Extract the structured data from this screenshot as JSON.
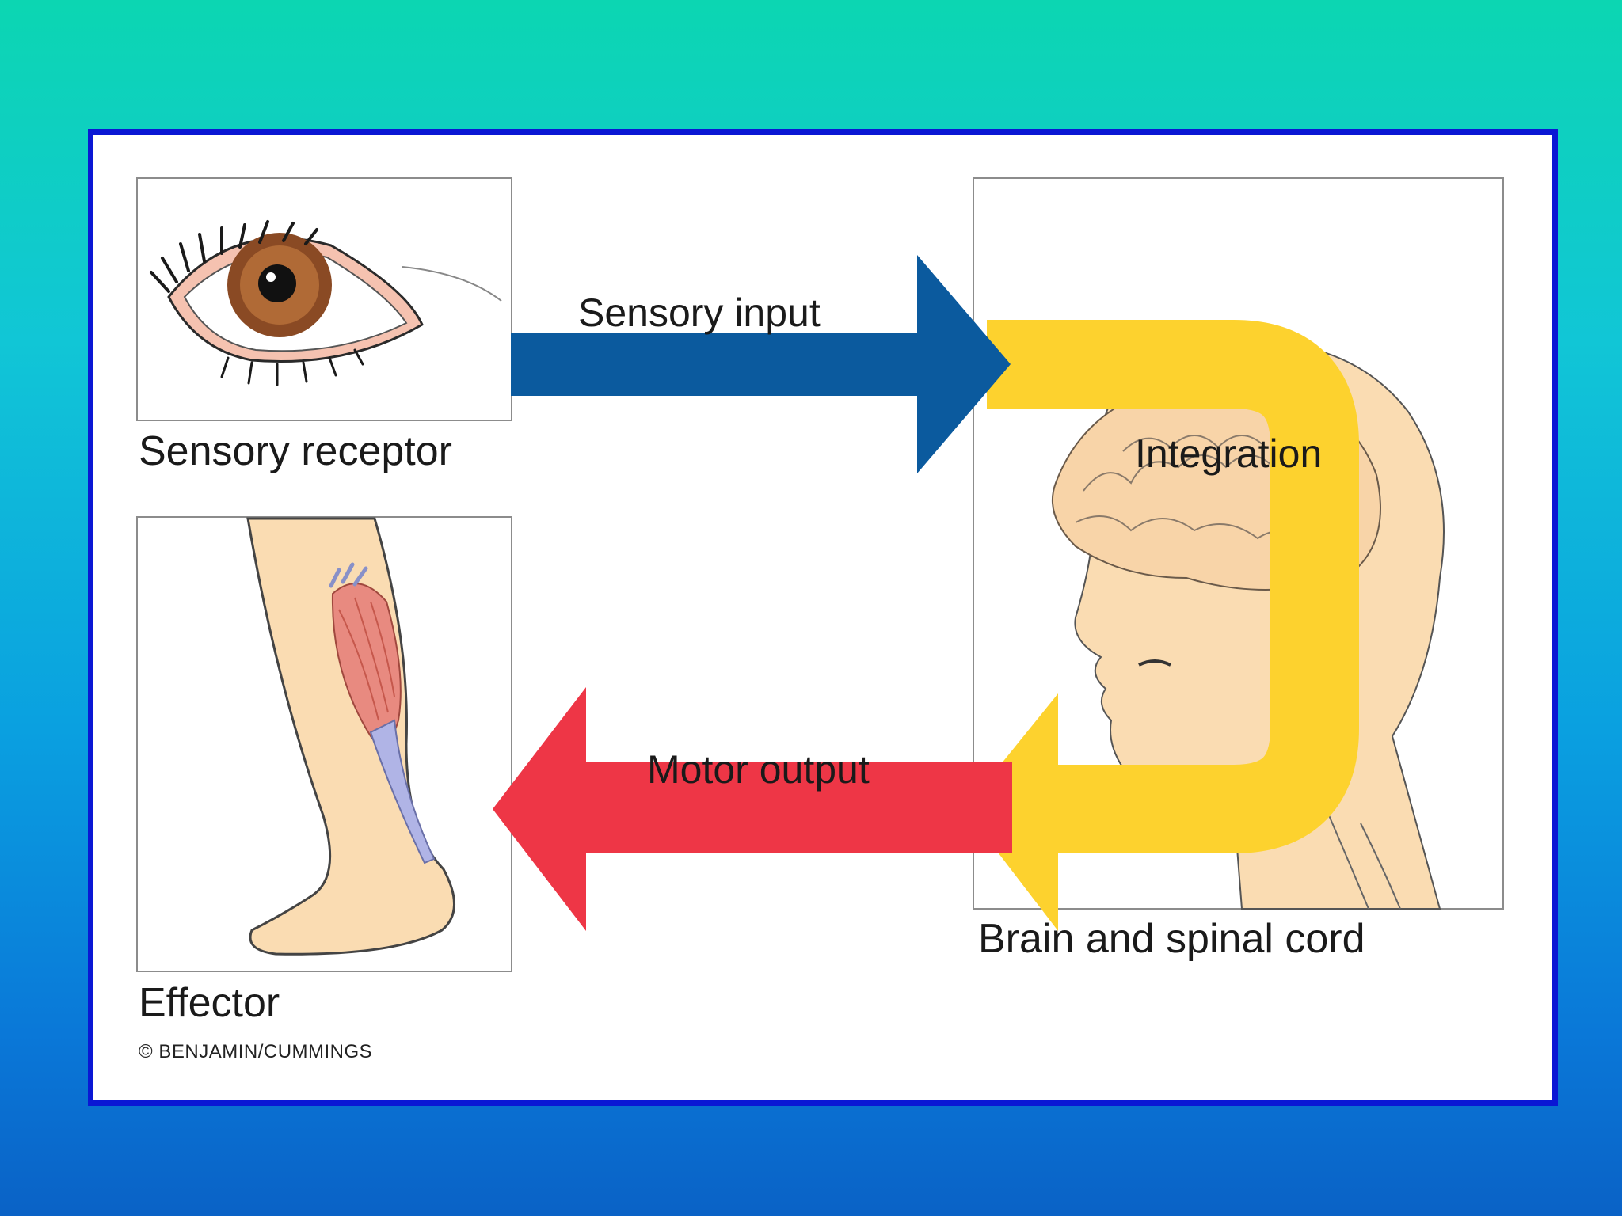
{
  "labels": {
    "sensory_receptor": "Sensory receptor",
    "effector": "Effector",
    "brain": "Brain and spinal cord",
    "sensory_input": "Sensory input",
    "integration": "Integration",
    "motor_output": "Motor output",
    "copyright": "© BENJAMIN/CUMMINGS"
  },
  "colors": {
    "sensory_arrow": "#0b5a9e",
    "integration_arrow": "#fdd22e",
    "motor_arrow": "#ee3646",
    "frame_border": "#0a17d4",
    "skin": "#fadcb2",
    "muscle": "#e88a80"
  },
  "icons": [
    "eye-icon",
    "leg-muscle-icon",
    "head-brain-icon"
  ]
}
